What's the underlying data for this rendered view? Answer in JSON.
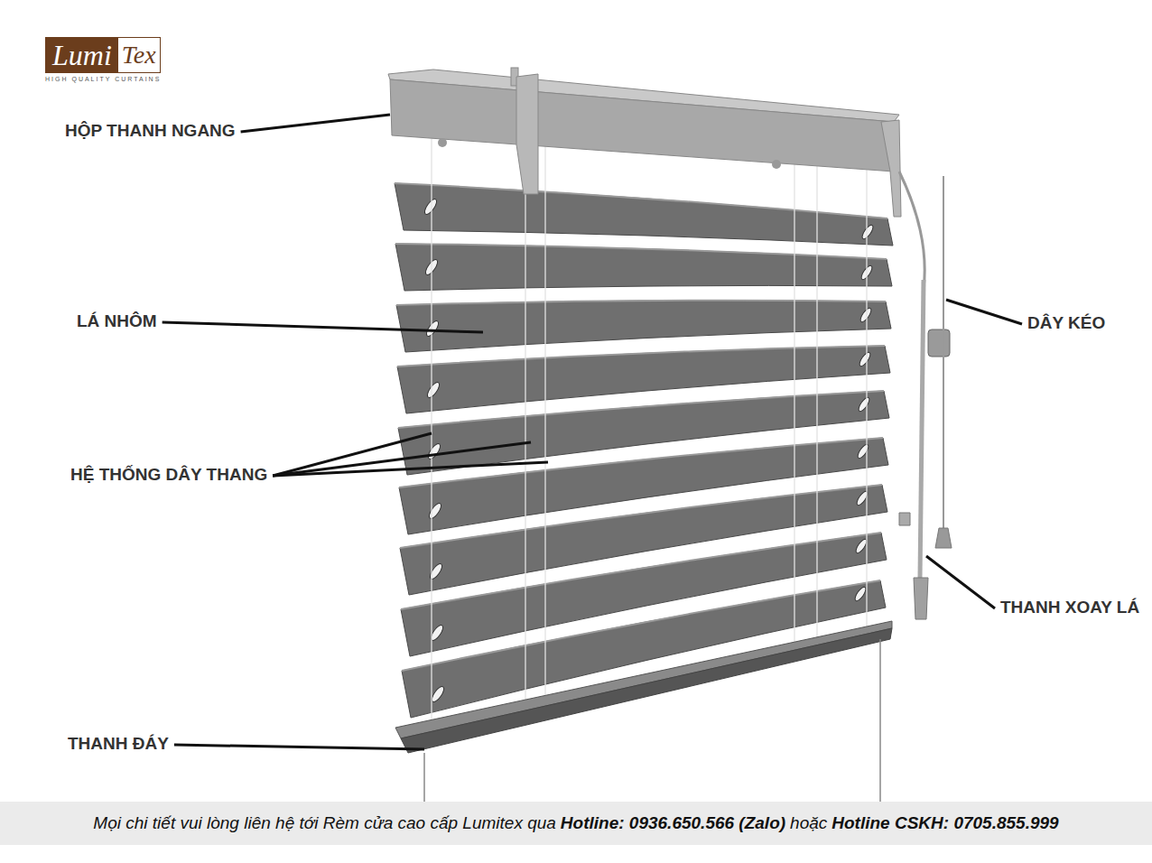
{
  "diagram": {
    "nodes": [
      {
        "text": [
          "Lumi",
          "Tex",
          "HIGH QUALITY CURTAINS"
        ]
      },
      {
        "text": [
          "Mọi chi tiết vui lòng liên hệ tới Rèm cửa cao cấp Lumitex qua",
          "Hotline: 0936.650.566 (Zalo)",
          "hoặc",
          "Hotline CSKH: 0705.855.999"
        ]
      }
    ],
    "labels": [
      "HỘP THANH NGANG",
      "LÁ NHÔM",
      "HỆ THỐNG DÂY THANG",
      "DÂY KÉO",
      "THANH XOAY LÁ",
      "THANH ĐÁY"
    ]
  }
}
